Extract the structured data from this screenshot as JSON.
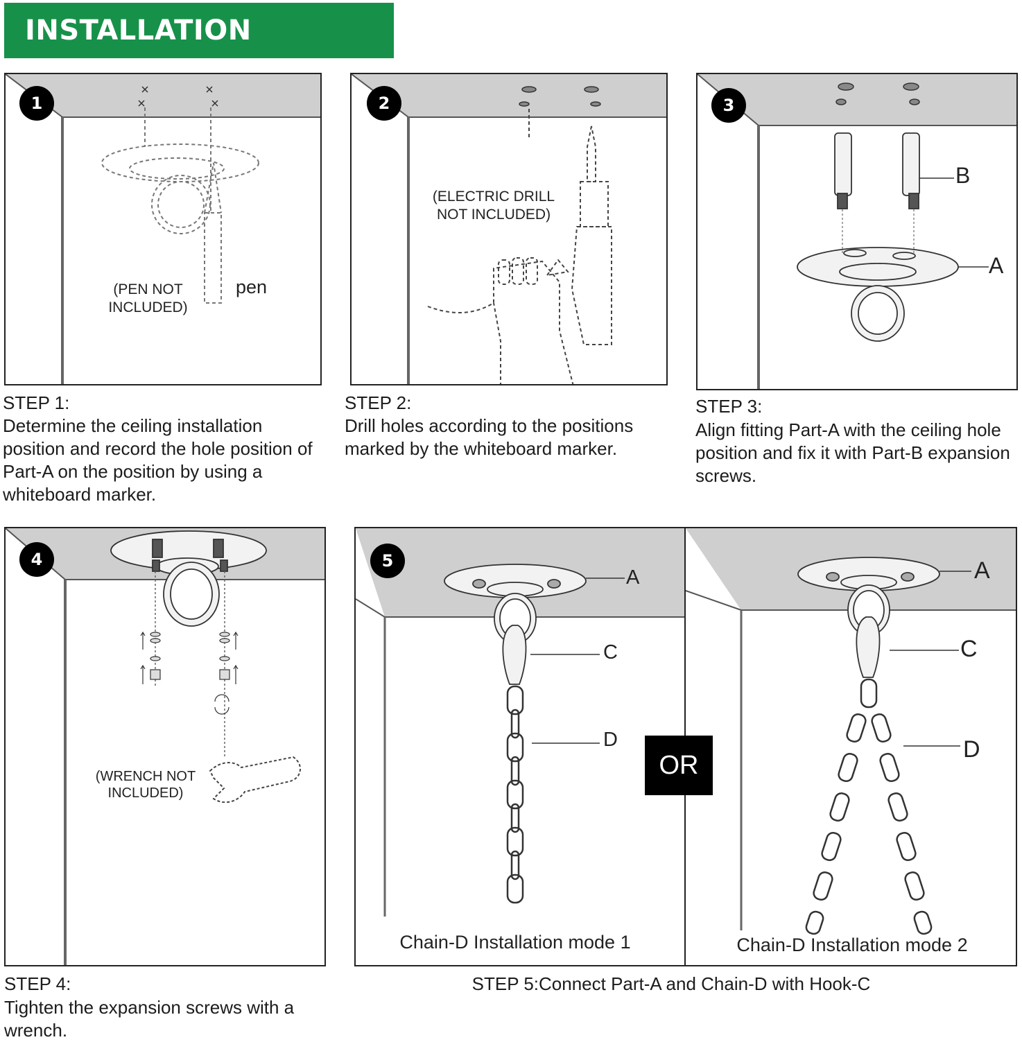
{
  "header": {
    "title": "INSTALLATION METHOD",
    "color": "#17914a"
  },
  "steps": [
    {
      "number": "1",
      "label": "STEP 1:",
      "text": "Determine the ceiling installation position and record the hole position of Part-A on the position by using a whiteboard marker.",
      "note": "(PEN NOT INCLUDED)",
      "tool": "pen"
    },
    {
      "number": "2",
      "label": "STEP 2:",
      "text": "Drill holes according to the positions marked by the whiteboard marker.",
      "note": "(ELECTRIC DRILL NOT INCLUDED)"
    },
    {
      "number": "3",
      "label": "STEP 3:",
      "text": "Align fitting Part-A with the ceiling hole position and fix it with Part-B expansion screws.",
      "parts": [
        "B",
        "A"
      ]
    },
    {
      "number": "4",
      "label": "STEP 4:",
      "text": "Tighten the expansion screws with a wrench.",
      "note": "(WRENCH NOT INCLUDED)"
    },
    {
      "number": "5",
      "label": "STEP 5:Connect Part-A and Chain-D with Hook-C",
      "or": "OR",
      "modes": [
        {
          "caption": "Chain-D Installation mode 1",
          "parts": [
            "A",
            "C",
            "D"
          ]
        },
        {
          "caption": "Chain-D Installation mode 2",
          "parts": [
            "A",
            "C",
            "D"
          ]
        }
      ]
    }
  ]
}
